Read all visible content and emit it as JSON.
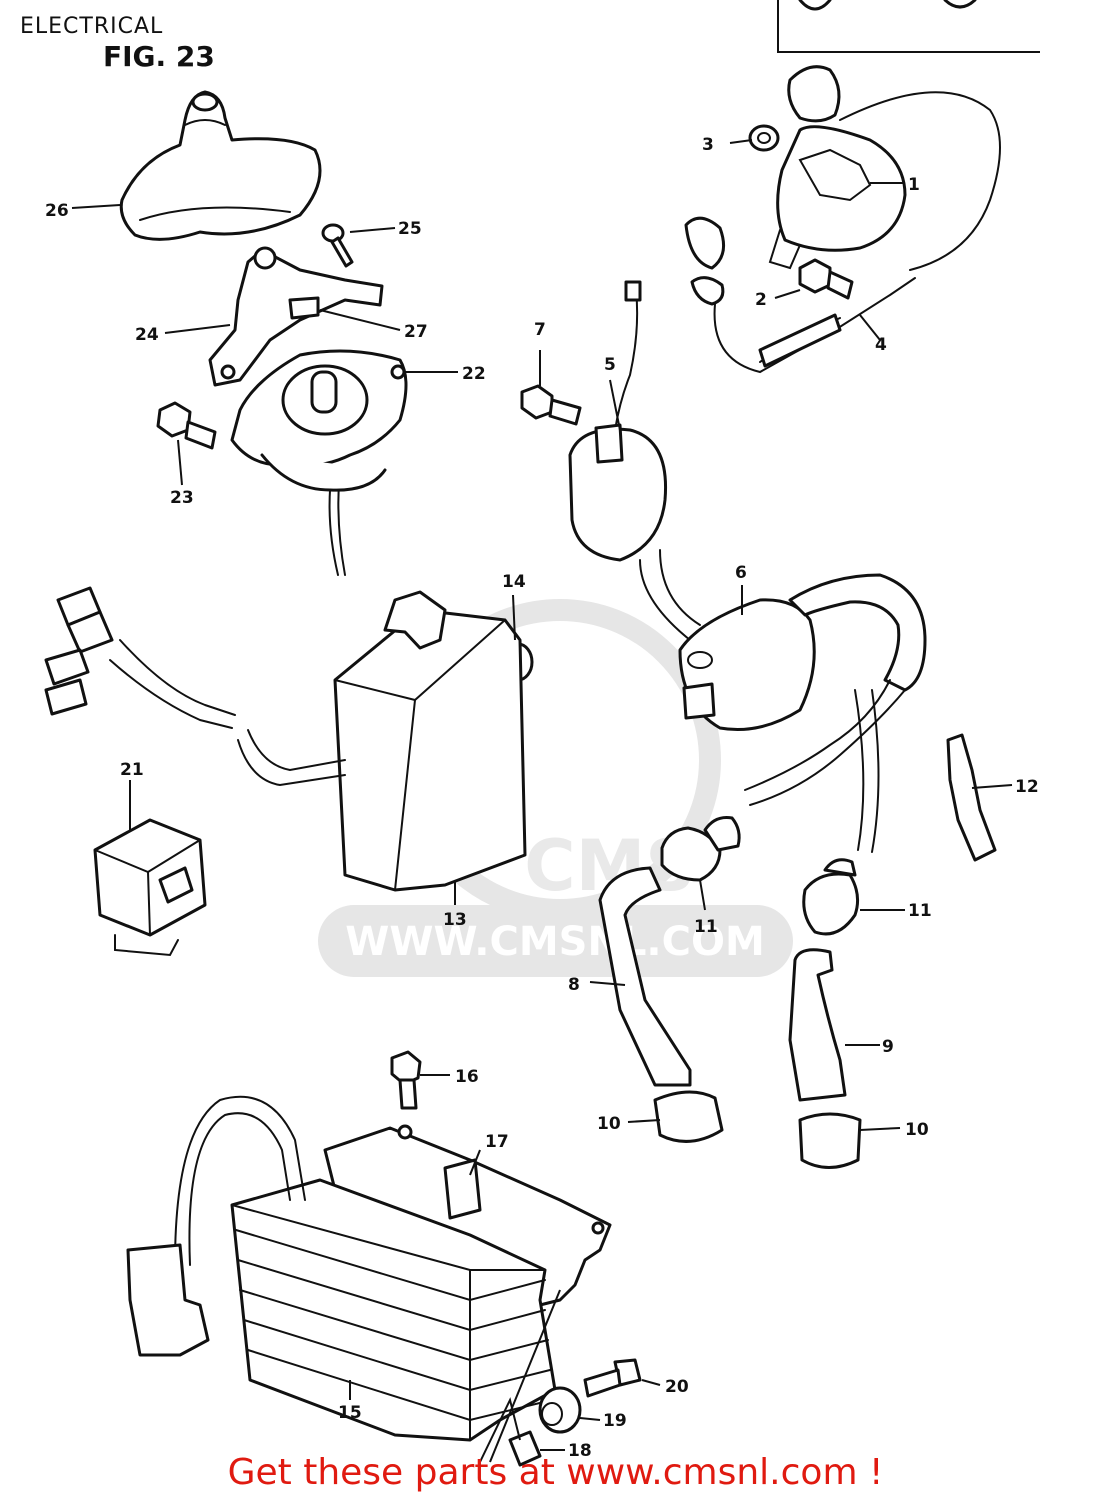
{
  "header": {
    "title": "ELECTRICAL",
    "figure": "FIG. 23"
  },
  "watermark": {
    "text": "WWW.CMSNL.COM",
    "logo_text": "CMS"
  },
  "callouts": [
    {
      "id": "c1",
      "label": "1"
    },
    {
      "id": "c2",
      "label": "2"
    },
    {
      "id": "c3",
      "label": "3"
    },
    {
      "id": "c4",
      "label": "4"
    },
    {
      "id": "c5",
      "label": "5"
    },
    {
      "id": "c6",
      "label": "6"
    },
    {
      "id": "c7",
      "label": "7"
    },
    {
      "id": "c8",
      "label": "8"
    },
    {
      "id": "c9",
      "label": "9"
    },
    {
      "id": "c10a",
      "label": "10"
    },
    {
      "id": "c10b",
      "label": "10"
    },
    {
      "id": "c11a",
      "label": "11"
    },
    {
      "id": "c11b",
      "label": "11"
    },
    {
      "id": "c12",
      "label": "12"
    },
    {
      "id": "c13",
      "label": "13"
    },
    {
      "id": "c14",
      "label": "14"
    },
    {
      "id": "c15",
      "label": "15"
    },
    {
      "id": "c16",
      "label": "16"
    },
    {
      "id": "c17",
      "label": "17"
    },
    {
      "id": "c18",
      "label": "18"
    },
    {
      "id": "c19",
      "label": "19"
    },
    {
      "id": "c20",
      "label": "20"
    },
    {
      "id": "c21",
      "label": "21"
    },
    {
      "id": "c22",
      "label": "22"
    },
    {
      "id": "c23",
      "label": "23"
    },
    {
      "id": "c24",
      "label": "24"
    },
    {
      "id": "c25",
      "label": "25"
    },
    {
      "id": "c26",
      "label": "26"
    },
    {
      "id": "c27",
      "label": "27"
    }
  ],
  "footer": {
    "text": "Get these parts at www.cmsnl.com !",
    "color": "#e01a10"
  }
}
